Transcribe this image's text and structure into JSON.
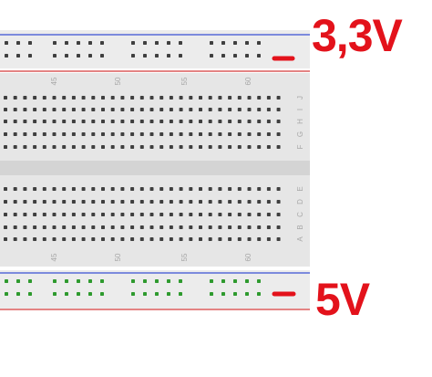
{
  "annotations": {
    "top_rail_voltage": "3,3V",
    "bottom_rail_voltage": "5V",
    "color": "#e3121b"
  },
  "breadboard": {
    "column_numbers": [
      "45",
      "50",
      "55",
      "60"
    ],
    "row_letters_top": [
      "J",
      "I",
      "H",
      "G",
      "F"
    ],
    "row_letters_bottom": [
      "E",
      "D",
      "C",
      "B",
      "A"
    ],
    "colors": {
      "board": "#e6e6e6",
      "rail_background": "#ececec",
      "channel": "#d4d4d4",
      "hole": "#3f3f3f",
      "powered_hole": "#2e9a2e",
      "rail_positive": "#d43a3a",
      "rail_negative": "#3a4fd4",
      "label_text": "#a8a8a8"
    },
    "top_rail_powered": false,
    "bottom_rail_powered": true
  }
}
